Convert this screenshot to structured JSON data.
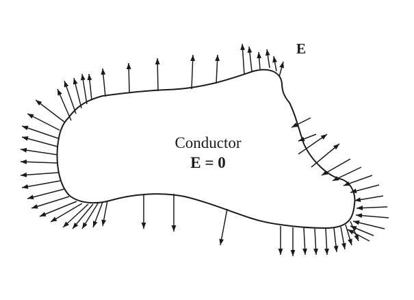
{
  "diagram": {
    "conductor_label": "Conductor",
    "interior_field_label": "E = 0",
    "field_label": "E"
  },
  "colors": {
    "ink": "#1a1a1a",
    "background": "#ffffff"
  }
}
